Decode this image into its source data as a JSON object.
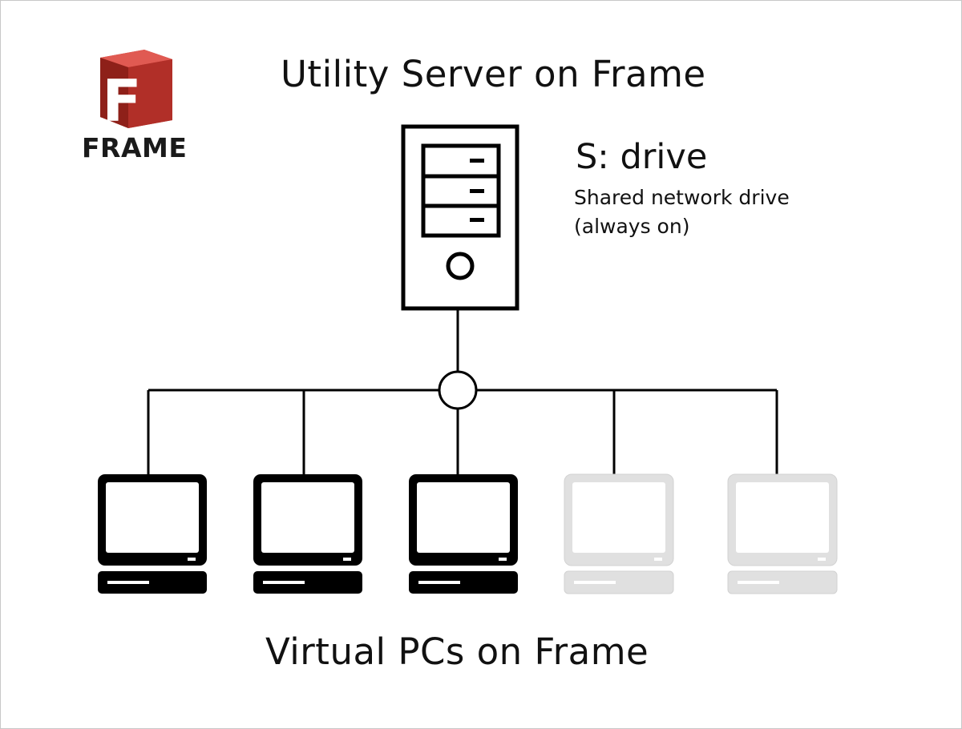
{
  "logo": {
    "text": "FRAME",
    "letter": "F",
    "colors": {
      "red": "#c53a32",
      "dark_red": "#8e2019",
      "light_red": "#e05a52"
    }
  },
  "title": "Utility Server on Frame",
  "server": {
    "drive_label": "S: drive",
    "drive_description": "Shared network drive (always on)"
  },
  "footer": "Virtual PCs on Frame",
  "pcs": [
    {
      "state": "active"
    },
    {
      "state": "active"
    },
    {
      "state": "active"
    },
    {
      "state": "inactive"
    },
    {
      "state": "inactive"
    }
  ],
  "colors": {
    "active": "#000000",
    "inactive": "#e0e0e0",
    "line": "#000000"
  }
}
